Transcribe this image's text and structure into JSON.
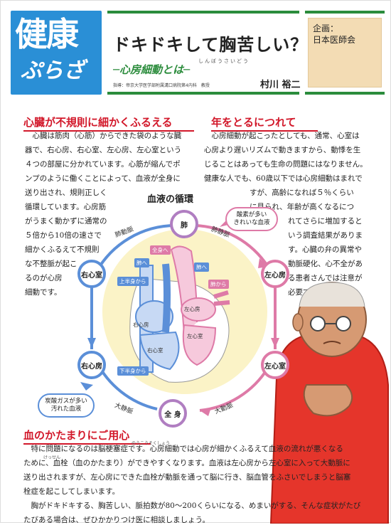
{
  "header": {
    "logo_main": "健康",
    "logo_sub": "ぷらざ",
    "title": "ドキドキして胸苦しい？",
    "ruby": "しんぼうさいどう",
    "subtitle": "─心房細動とは─",
    "credit": "指導：帝京大学医学部附属溝口病院第4内科　教授",
    "author": "村川 裕二",
    "plan_label": "企画：",
    "plan_org": "日本医師会"
  },
  "section1": {
    "heading": "心臓が不規則に細かくふるえる",
    "lines_full": [
      "　心臓は筋肉（心筋）からできた袋のような臓",
      "器で、右心房、右心室、左心房、左心室という",
      "４つの部屋に分かれています。心筋が縮んでポ",
      "ンプのように働くことによって、血液が全身に"
    ],
    "lines_short": [
      "送り出され、規則正しく",
      "循環しています。心房筋",
      "がうまく動かずに通常の",
      "５倍から10倍の速さで",
      "細かくふるえて不規則",
      "な不整脈が起こ",
      "るのが心房",
      "細動です。"
    ]
  },
  "section2": {
    "heading": "年をとるにつれて",
    "lines_full": [
      "　心房細動が起こったとしても、通常、心室は",
      "心房より遅いリズムで動きますから、動悸を生",
      "じることはあっても生命の問題にはなりません。",
      "健康な人でも、60歳以下では心房細動はまれで"
    ],
    "lines_right": [
      "すが、高齢になれば５％くらい",
      "に見られ、年齢が高くなるにつ",
      "れてさらに増加すると",
      "いう調査結果がありま",
      "す。心臓の弁の異常や",
      "動脈硬化、心不全があ",
      "る患者さんでは注意が",
      "必要です。"
    ]
  },
  "diagram": {
    "title": "血液の循環",
    "nodes": {
      "lung": "肺",
      "la": "左心房",
      "lv": "左心室",
      "body": "全 身",
      "ra": "右心房",
      "rv": "右心室"
    },
    "arrows": {
      "pulmonary_artery": "肺動脈",
      "pulmonary_vein": "肺静脈",
      "aorta": "大動脈",
      "vena_cava": "大静脈"
    },
    "bubble_oxygen": "酸素が多い\nきれいな血液",
    "bubble_co2": "炭酸ガスが多い\n汚れた血液",
    "heart_labels": {
      "to_body": "全身へ",
      "to_lung_left": "肺へ",
      "to_lung_right": "肺へ",
      "from_upper": "上半身から",
      "from_lung": "肺から",
      "from_lower": "下半身から",
      "ra": "右心房",
      "la": "左心房",
      "rv": "右心室",
      "lv": "左心室"
    }
  },
  "section3": {
    "heading": "血のかたまりにご用心",
    "ruby1": "のうこうそくしょう",
    "ruby2": "けっせん",
    "lines": [
      "　特に問題になるのは脳梗塞症です。心房細動では心房が細かくふるえて血液の流れが悪くなる",
      "ために、血栓（血のかたまり）ができやすくなります。血液は左心房から左心室に入って大動脈に",
      "送り出されますが、左心房にできた血栓が動脈を通って脳に行き、脳血管をふさいでしまうと脳塞",
      "栓症を起こしてしまいます。",
      "　胸がドキドキする、胸苦しい、脈拍数が80～200くらいになる、めまいがする、そんな症状がたび",
      "たびある場合は、ぜひかかりつけ医に相談しましょう。"
    ]
  },
  "colors": {
    "logo_blue": "#2a8fd6",
    "frame_green": "#2b8c3c",
    "heading_red": "#d2182a",
    "artery_pink": "#de7aa7",
    "vein_blue": "#5b8fd8",
    "plan_bg": "#f3dcb4",
    "circle_bg": "#fbf3c7"
  }
}
